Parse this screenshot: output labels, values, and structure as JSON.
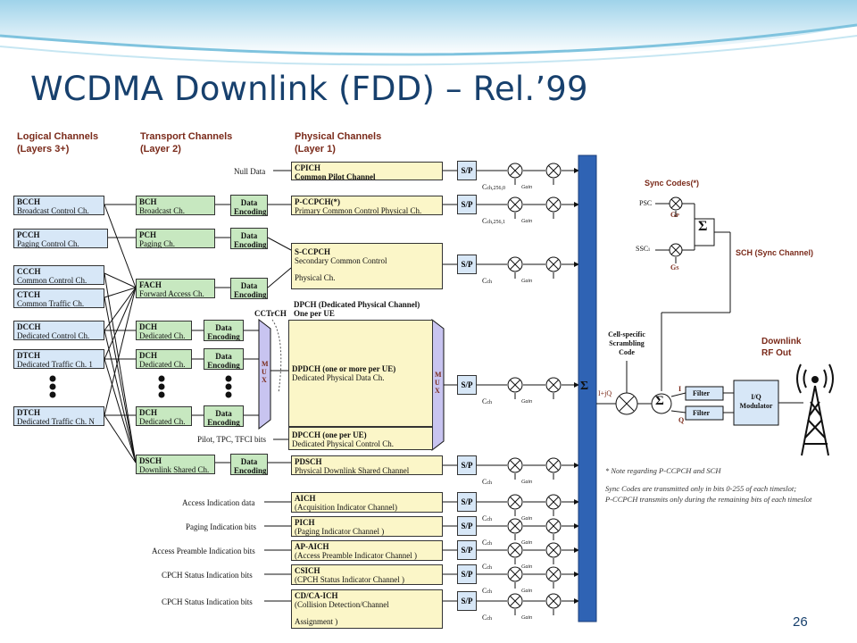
{
  "title": "WCDMA Downlink (FDD) – Rel.’99",
  "slide_number": "26",
  "headers": {
    "logical": "Logical Channels",
    "logical_sub": "(Layers 3+)",
    "transport": "Transport Channels",
    "transport_sub": "(Layer 2)",
    "physical": "Physical Channels",
    "physical_sub": "(Layer 1)"
  },
  "logical_channels": [
    {
      "name": "BCCH",
      "desc": "Broadcast Control Ch."
    },
    {
      "name": "PCCH",
      "desc": "Paging Control Ch."
    },
    {
      "name": "CCCH",
      "desc": "Common Control Ch."
    },
    {
      "name": "CTCH",
      "desc": "Common Traffic Ch."
    },
    {
      "name": "DCCH",
      "desc": "Dedicated Control Ch."
    },
    {
      "name": "DTCH",
      "desc": "Dedicated Traffic Ch. 1"
    },
    {
      "name": "DTCH",
      "desc": "Dedicated Traffic Ch. N"
    }
  ],
  "transport_channels": [
    {
      "name": "BCH",
      "desc": "Broadcast Ch."
    },
    {
      "name": "PCH",
      "desc": "Paging Ch."
    },
    {
      "name": "FACH",
      "desc": "Forward Access Ch."
    },
    {
      "name": "DCH",
      "desc": "Dedicated Ch."
    },
    {
      "name": "DCH",
      "desc": "Dedicated Ch."
    },
    {
      "name": "DCH",
      "desc": "Dedicated Ch."
    },
    {
      "name": "DSCH",
      "desc": "Downlink Shared Ch."
    }
  ],
  "data_encoding": {
    "line1": "Data",
    "line2": "Encoding"
  },
  "null_data": "Null Data",
  "cctrch": "CCTrCH",
  "pilot_label": "Pilot, TPC, TFCI bits",
  "mux": [
    "M",
    "U",
    "X"
  ],
  "physical_channels": {
    "cpich": {
      "name": "CPICH",
      "desc": "Common Pilot Channel"
    },
    "pccpch": {
      "name": "P-CCPCH(*)",
      "desc": "Primary Common Control Physical Ch."
    },
    "sccpch": {
      "name": "S-CCPCH",
      "desc": "Secondary Common Control",
      "desc2": "Physical Ch."
    },
    "dpch_title": "DPCH (Dedicated Physical Channel)",
    "dpch_sub": "One per UE",
    "dpdch": {
      "name": "DPDCH (one or more per UE)",
      "desc": "Dedicated Physical Data Ch."
    },
    "dpcch": {
      "name": "DPCCH (one per UE)",
      "desc": "Dedicated Physical Control Ch."
    },
    "pdsch": {
      "name": "PDSCH",
      "desc": "Physical Downlink Shared Channel"
    },
    "aich": {
      "name": "AICH",
      "desc": "(Acquisition Indicator Channel)"
    },
    "pich": {
      "name": "PICH",
      "desc": "(Paging Indicator Channel )"
    },
    "apaich": {
      "name": "AP-AICH",
      "desc": "(Access Preamble Indicator Channel )"
    },
    "csich": {
      "name": "CSICH",
      "desc": "(CPCH Status Indicator Channel )"
    },
    "cdcaich": {
      "name": "CD/CA-ICH",
      "desc": "(Collision Detection/Channel",
      "desc2": "Assignment )"
    }
  },
  "indicator_inputs": [
    "Access Indication data",
    "Paging Indication bits",
    "Access Preamble Indication bits",
    "CPCH Status Indication bits",
    "CPCH Status Indication bits"
  ],
  "sp_label": "S/P",
  "cch": "C",
  "cch_sub": "ch",
  "cch_sub_cpich": "ch,256,0",
  "cch_sub_pccpch": "ch,256,1",
  "gain": "Gain",
  "sigma": "Σ",
  "sync": {
    "title": "Sync Codes(*)",
    "psc": "PSC",
    "ssc": "SSC",
    "ssc_sub": "i",
    "gp": "G",
    "gp_sub": "P",
    "gs": "G",
    "gs_sub": "S",
    "sch": "SCH (Sync Channel)"
  },
  "scrambling": {
    "line1": "Cell-specific",
    "line2": "Scrambling",
    "line3": "Code"
  },
  "iq_sum": "I+jQ",
  "i_label": "I",
  "q_label": "Q",
  "filter": "Filter",
  "modulator": {
    "line1": "I/Q",
    "line2": "Modulator"
  },
  "rf_out": {
    "line1": "Downlink",
    "line2": "RF Out"
  },
  "notes": {
    "line1": "* Note regarding P-CCPCH and SCH",
    "line2": "Sync Codes are transmitted only in bits 0-255 of each timeslot;",
    "line3": "P-CCPCH transmits only during the remaining bits of each timeslot"
  },
  "colors": {
    "title": "#17406d",
    "sum_bar": "#2f63b4",
    "logical_fill": "#d7e7f7",
    "transport_fill": "#c7e8c0",
    "physical_fill": "#fbf6c8",
    "mux_fill": "#c8c4f0",
    "header": "#7a2a1a"
  }
}
